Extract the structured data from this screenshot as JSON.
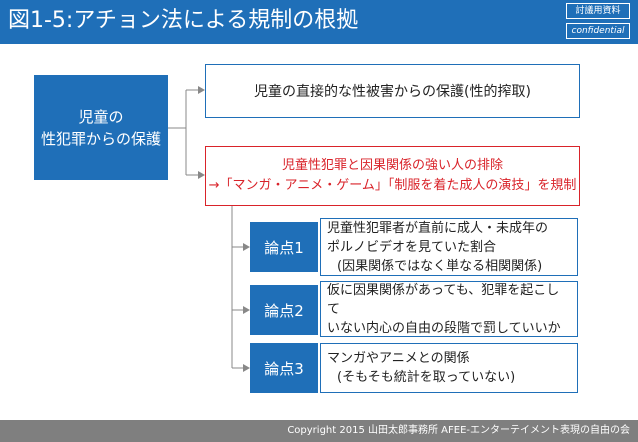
{
  "header": {
    "title": "図1-5:アチョン法による規制の根拠",
    "tag_internal": "討議用資料",
    "tag_confidential": "confidential"
  },
  "diagram": {
    "root": {
      "line1": "児童の",
      "line2": "性犯罪からの保護"
    },
    "branch1": "児童の直接的な性被害からの保護(性的搾取)",
    "branch2": {
      "line1": "児童性犯罪と因果関係の強い人の排除",
      "line2": "→「マンガ・アニメ・ゲーム」「制服を着た成人の演技」を規制"
    },
    "points": [
      {
        "label": "論点1",
        "lines": [
          "児童性犯罪者が直前に成人・未成年の",
          "ポルノビデオを見ていた割合",
          "(因果関係ではなく単なる相関関係)"
        ]
      },
      {
        "label": "論点2",
        "lines": [
          "仮に因果関係があっても、犯罪を起こして",
          "いない内心の自由の段階で罰していいか"
        ]
      },
      {
        "label": "論点3",
        "lines": [
          "マンガやアニメとの関係",
          "(そもそも統計を取っていない)"
        ]
      }
    ]
  },
  "footer": {
    "copyright": "Copyright 2015 山田太郎事務所 AFEE-エンターテイメント表現の自由の会"
  },
  "colors": {
    "primary": "#1f6fb8",
    "accent_red": "#d9232a",
    "footer_gray": "#7f7f7f"
  }
}
